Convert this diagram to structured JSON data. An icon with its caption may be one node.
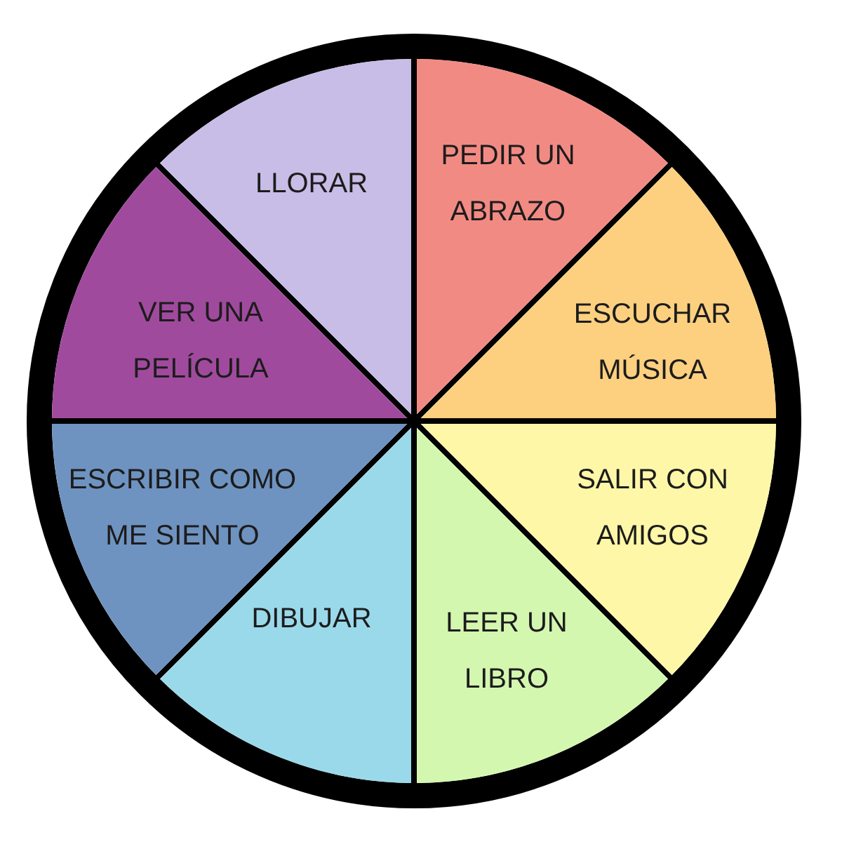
{
  "diagram": {
    "nodes": [
      {
        "text": [
          "PEDIR UN ABRAZO"
        ]
      },
      {
        "text": [
          "ESCUCHAR MÚSICA"
        ]
      },
      {
        "text": [
          "SALIR CON AMIGOS"
        ]
      },
      {
        "text": [
          "LEER UN LIBRO"
        ]
      },
      {
        "text": [
          "DIBUJAR"
        ]
      },
      {
        "text": [
          "ESCRIBIR COMO ME SIENTO"
        ]
      },
      {
        "text": [
          "VER UNA PELÍCULA"
        ]
      },
      {
        "text": [
          "LLORAR"
        ]
      }
    ]
  }
}
